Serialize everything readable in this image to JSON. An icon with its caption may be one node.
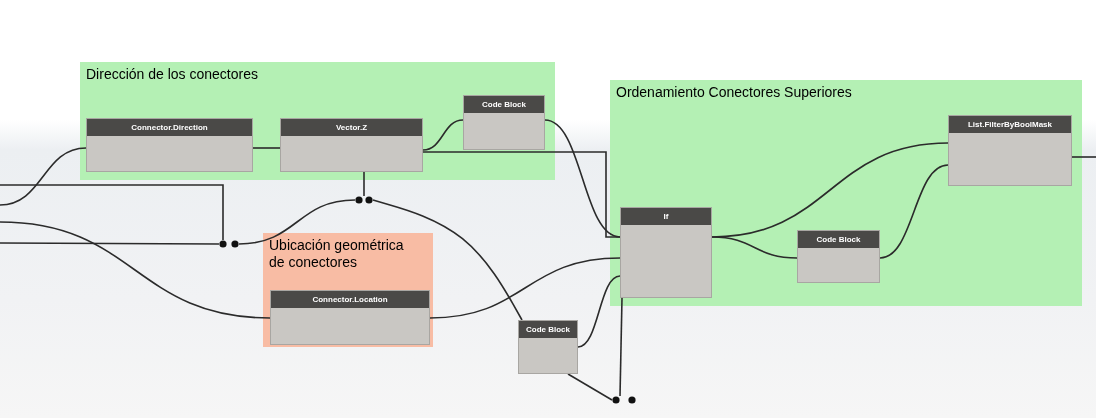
{
  "diagram": {
    "nodes": [
      {
        "text": [
          "Dirección de los conectores"
        ]
      },
      {
        "text": [
          "Connector.Direction"
        ],
        "in": 0
      },
      {
        "text": [
          "Vector.Z"
        ],
        "in": 0
      },
      {
        "text": [
          "Code Block"
        ],
        "in": 0
      },
      {
        "text": [
          "Ordenamiento Conectores Superiores"
        ]
      },
      {
        "text": [
          "If"
        ],
        "in": 4
      },
      {
        "text": [
          "Code Block"
        ],
        "in": 4
      },
      {
        "text": [
          "List.FilterByBoolMask"
        ],
        "in": 4
      },
      {
        "text": [
          "Ubicación geométrica de conectores"
        ]
      },
      {
        "text": [
          "Connector.Location"
        ],
        "in": 8
      },
      {
        "text": [
          "Code Block"
        ]
      },
      {
        "text": [],
        "shape": "circle"
      },
      {
        "text": [],
        "shape": "circle"
      },
      {
        "text": [],
        "shape": "circle"
      }
    ],
    "edges": [
      {
        "from": null,
        "to": 1,
        "arrow": "none"
      },
      {
        "from": 1,
        "to": 2,
        "arrow": "none"
      },
      {
        "from": 2,
        "to": 3,
        "arrow": "none"
      },
      {
        "from": 2,
        "to": 5,
        "arrow": "none"
      },
      {
        "from": 3,
        "to": 5,
        "arrow": "none"
      },
      {
        "from": null,
        "to": 9,
        "arrow": "none"
      },
      {
        "from": 9,
        "to": 5,
        "arrow": "none"
      },
      {
        "from": 10,
        "to": 5,
        "arrow": "none"
      },
      {
        "from": 5,
        "to": 7,
        "arrow": "none"
      },
      {
        "from": 5,
        "to": 6,
        "arrow": "none"
      },
      {
        "from": 6,
        "to": 7,
        "arrow": "none"
      },
      {
        "from": 7,
        "to": null,
        "arrow": "none"
      },
      {
        "from": null,
        "to": 11,
        "arrow": "none"
      },
      {
        "from": null,
        "to": 11,
        "arrow": "none"
      },
      {
        "from": 11,
        "to": 12,
        "arrow": "none"
      },
      {
        "from": 2,
        "to": 12,
        "arrow": "none"
      },
      {
        "from": 12,
        "to": 10,
        "arrow": "none"
      },
      {
        "from": 10,
        "to": 13,
        "arrow": "none"
      },
      {
        "from": 5,
        "to": 13,
        "arrow": "none"
      }
    ]
  }
}
